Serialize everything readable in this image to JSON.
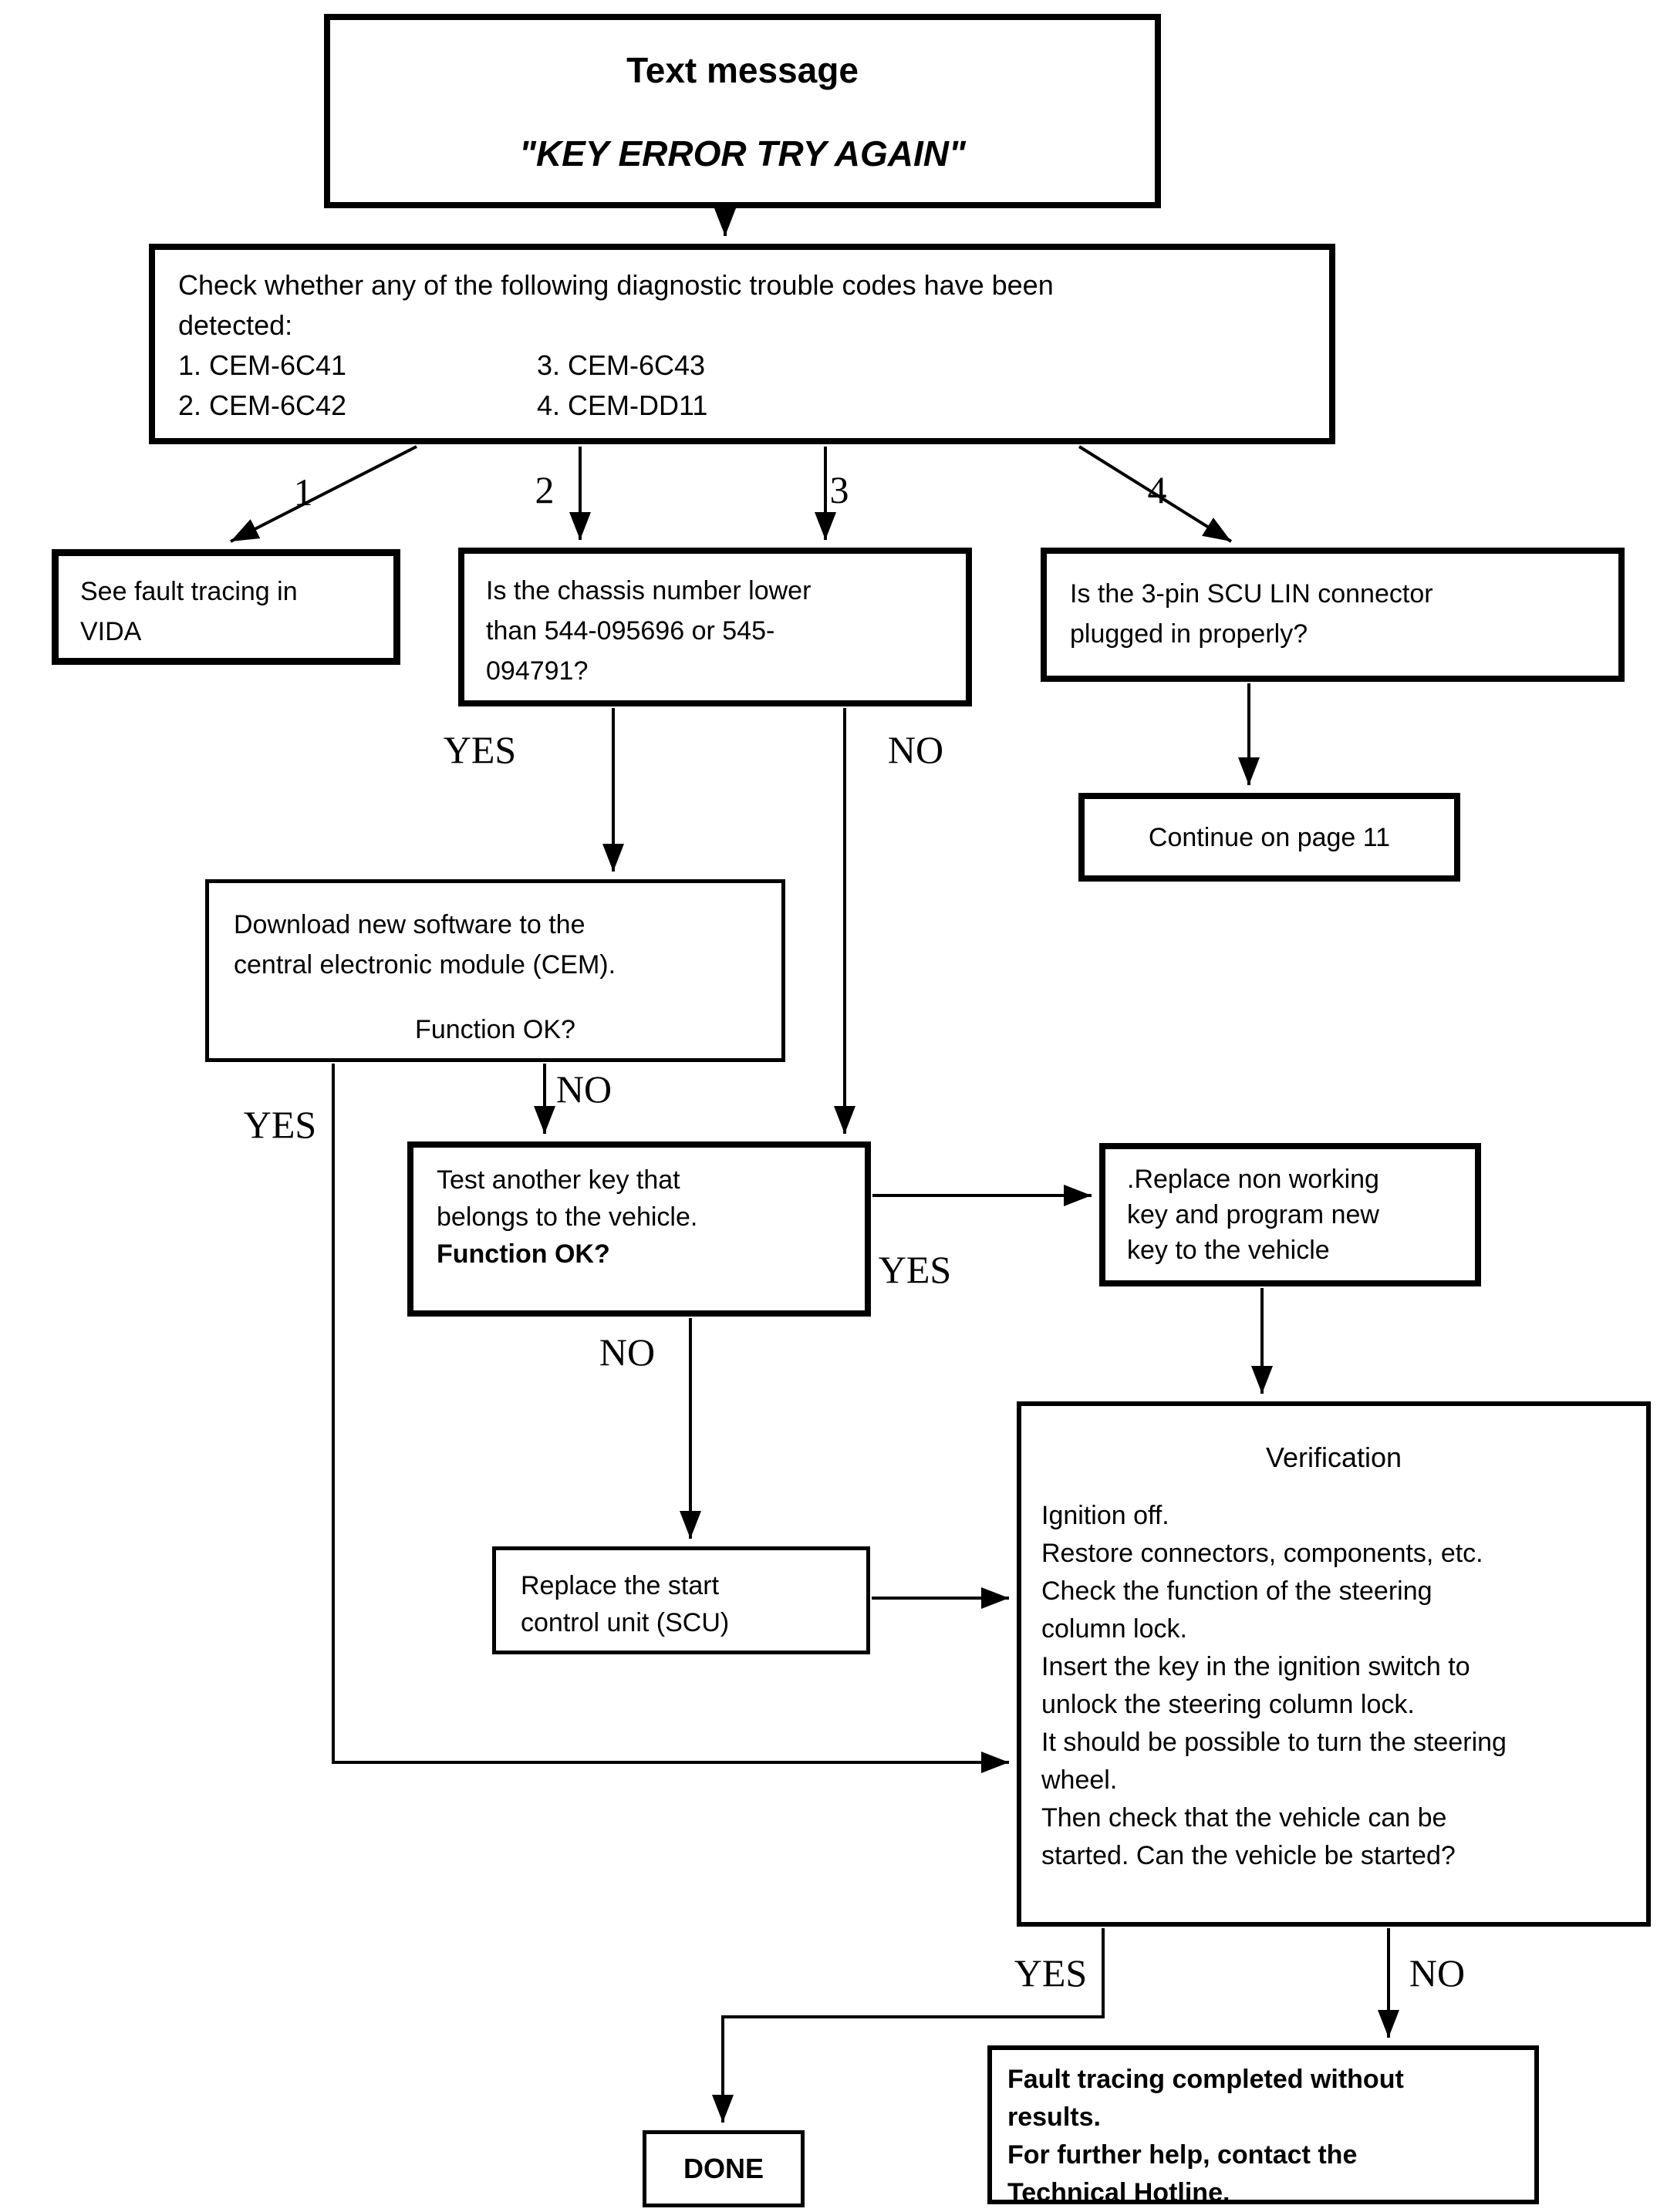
{
  "colors": {
    "ink": "#000000",
    "paper": "#ffffff"
  },
  "nodes": {
    "message": {
      "title": "Text message",
      "quote": "\"KEY ERROR TRY AGAIN\""
    },
    "dtc": {
      "lines": [
        "Check whether any of the following diagnostic trouble codes have been",
        "detected:"
      ],
      "codes": [
        {
          "c1": "1. CEM-6C41",
          "c2": "3. CEM-6C43"
        },
        {
          "c1": "2. CEM-6C42",
          "c2": "4. CEM-DD11"
        }
      ]
    },
    "vida": {
      "lines": [
        "See fault tracing in",
        "VIDA"
      ]
    },
    "chassis": {
      "lines": [
        "Is the chassis number lower",
        "than 544-095696 or 545-",
        "094791?"
      ]
    },
    "sculin": {
      "lines": [
        "Is the 3-pin SCU LIN connector",
        "plugged in properly?"
      ]
    },
    "continue": {
      "text": "Continue on page 11"
    },
    "download": {
      "lines": [
        "Download new software to the",
        "central electronic module (CEM)."
      ],
      "question": "Function OK?"
    },
    "testkey": {
      "lines": [
        "Test another key that",
        "belongs to the vehicle."
      ],
      "question": "Function OK?"
    },
    "replacekey": {
      "lines": [
        ".Replace non working",
        "key and program new",
        "key to the vehicle"
      ]
    },
    "verification": {
      "title": "Verification",
      "lines": [
        "Ignition off.",
        "Restore connectors, components, etc.",
        "Check the function of the steering",
        "column lock.",
        "Insert the key in the ignition switch to",
        "unlock the steering column lock.",
        "It should be possible to turn the steering",
        "wheel.",
        "Then check that the vehicle can be",
        "started. Can the vehicle be started?"
      ]
    },
    "scu": {
      "lines": [
        "Replace the start",
        "control unit (SCU)"
      ]
    },
    "fault": {
      "lines": [
        "Fault tracing completed without",
        "results.",
        "For further help, contact the",
        "Technical Hotline."
      ]
    },
    "done": {
      "text": "DONE"
    }
  },
  "edge_labels": {
    "n1": "1",
    "n2": "2",
    "n3": "3",
    "n4": "4",
    "yes": "YES",
    "no": "NO"
  }
}
